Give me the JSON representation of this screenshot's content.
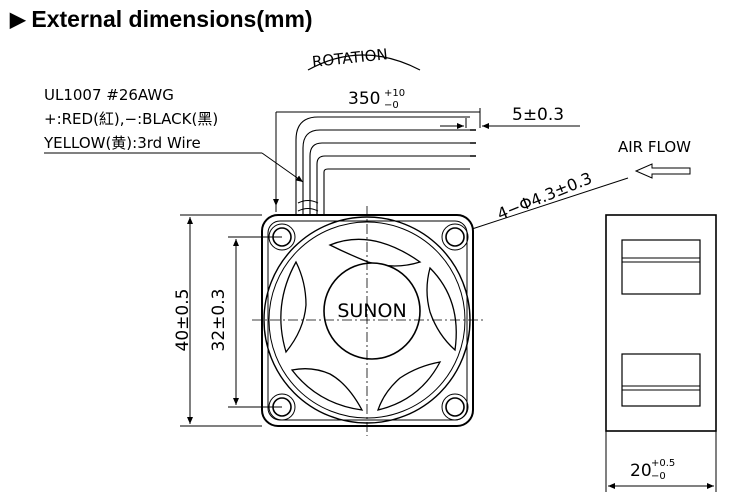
{
  "title": "External dimensions(mm)",
  "title_marker_icon": "right-triangle-icon",
  "rotation_label": "ROTATION",
  "wire": {
    "spec": "UL1007 #26AWG",
    "polarity": "+:RED(紅),−:BLACK(黑)",
    "signal": "YELLOW(黄):3rd Wire"
  },
  "dims": {
    "lead_length": {
      "base": "350",
      "upper": "+10",
      "lower": "−0"
    },
    "strip": "5±0.3",
    "holes": "4−Φ4.3±0.3",
    "outer": "40±0.5",
    "pitch": "32±0.3",
    "depth": {
      "base": "20",
      "upper": "+0.5",
      "lower": "−0"
    }
  },
  "airflow_label": "AIR FLOW",
  "brand": "SUNON"
}
